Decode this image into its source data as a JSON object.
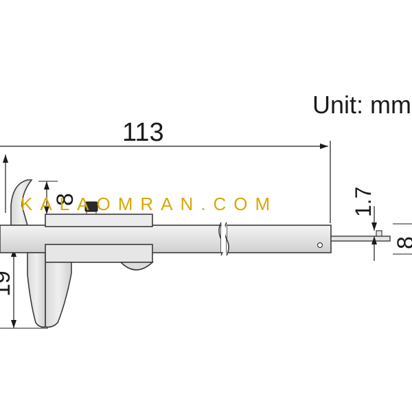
{
  "unit_label": "Unit: mm",
  "dimensions": {
    "overall_length": "113",
    "jaw_gap": "8",
    "jaw_depth": "19",
    "rod_offset": "1.7",
    "rod_height": "8"
  },
  "watermark": "KALAOMRAN.COM",
  "colors": {
    "outline": "#3a3a3a",
    "fill": "#e8e8e8",
    "dimension_line": "#1a1a1a",
    "watermark": "#d9a800"
  }
}
